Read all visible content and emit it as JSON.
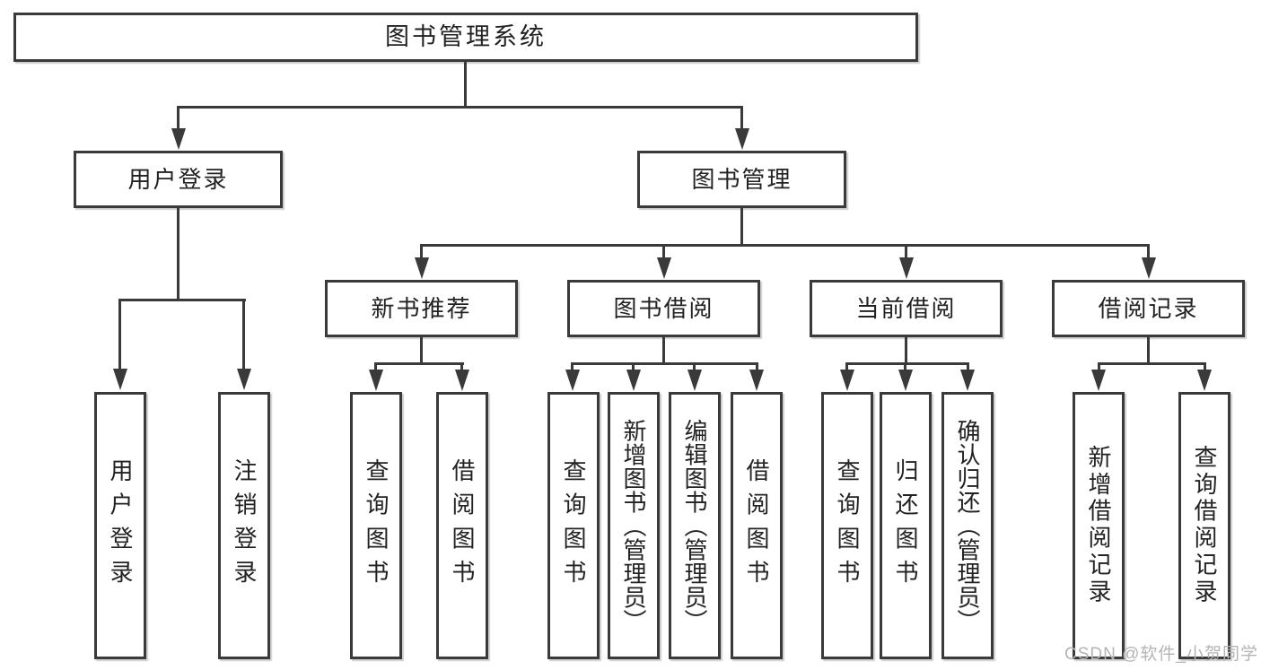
{
  "tree": {
    "label": "图书管理系统",
    "children": [
      {
        "label": "用户登录",
        "children": [
          {
            "label": "用户登录"
          },
          {
            "label": "注销登录"
          }
        ]
      },
      {
        "label": "图书管理",
        "children": [
          {
            "label": "新书推荐",
            "children": [
              {
                "label": "查询图书"
              },
              {
                "label": "借阅图书"
              }
            ]
          },
          {
            "label": "图书借阅",
            "children": [
              {
                "label": "查询图书"
              },
              {
                "label": "新增图书（管理员）"
              },
              {
                "label": "编辑图书（管理员）"
              },
              {
                "label": "借阅图书"
              }
            ]
          },
          {
            "label": "当前借阅",
            "children": [
              {
                "label": "查询图书"
              },
              {
                "label": "归还图书"
              },
              {
                "label": "确认归还（管理员）"
              }
            ]
          },
          {
            "label": "借阅记录",
            "children": [
              {
                "label": "新增借阅记录"
              },
              {
                "label": "查询借阅记录"
              }
            ]
          }
        ]
      }
    ]
  },
  "watermark": {
    "text": "CSDN @软件_小贺同学"
  },
  "colors": {
    "line": "#3a3a3a",
    "text": "#222222",
    "watermark": "#b4b4b4"
  }
}
